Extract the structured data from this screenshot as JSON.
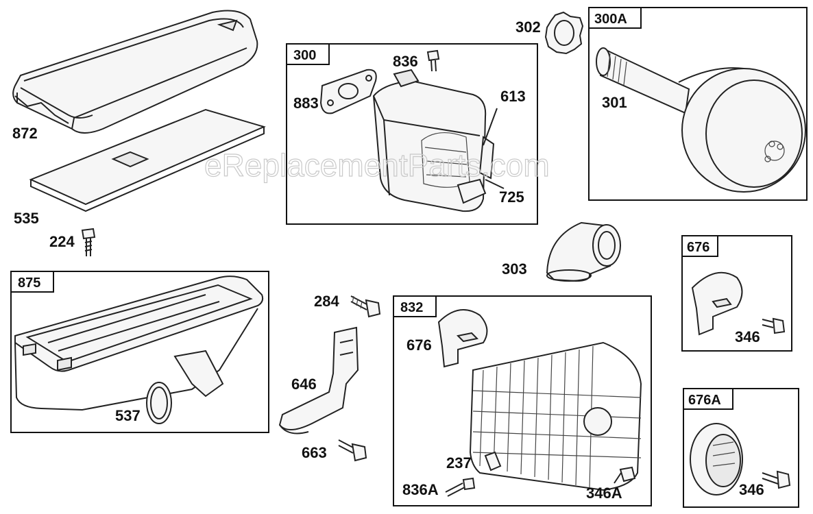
{
  "watermark": "eReplacementParts.com",
  "colors": {
    "line": "#222222",
    "fill": "#f6f6f6",
    "watermark": "#c9c9c9"
  },
  "boxes": {
    "b300": "300",
    "b300A": "300A",
    "b875": "875",
    "b832": "832",
    "b676": "676",
    "b676A": "676A"
  },
  "labels": {
    "l872": "872",
    "l535": "535",
    "l224": "224",
    "l883": "883",
    "l836": "836",
    "l613": "613",
    "l725": "725",
    "l302": "302",
    "l301": "301",
    "l303": "303",
    "l284": "284",
    "l646": "646",
    "l663": "663",
    "l537": "537",
    "l676a": "676",
    "l237": "237",
    "l836A": "836A",
    "l346A": "346A",
    "l346a": "346",
    "l346b": "346"
  }
}
